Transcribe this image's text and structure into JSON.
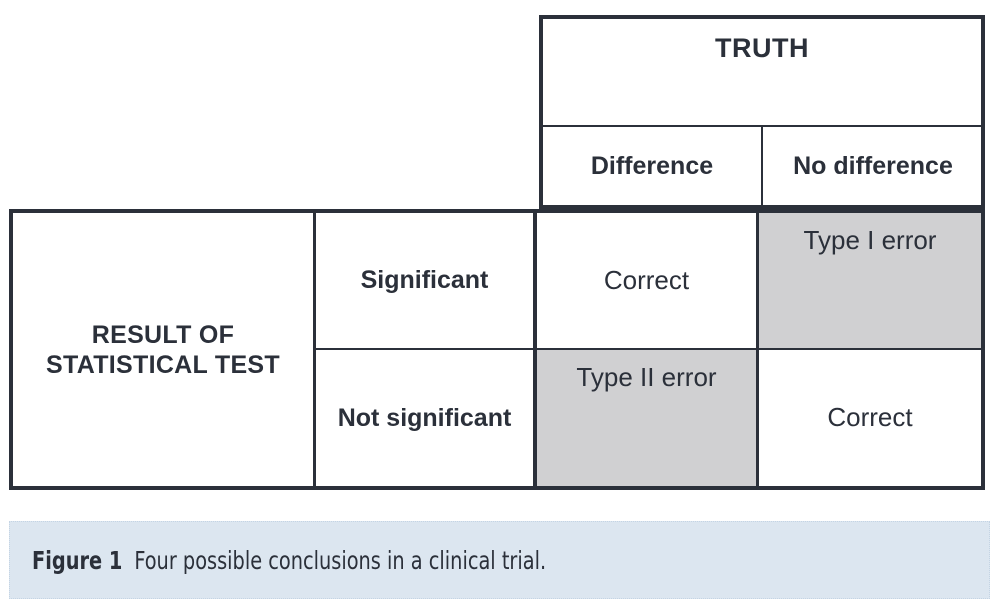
{
  "figure": {
    "caption_label": "Figure 1",
    "caption_text": "Four possible conclusions in a clinical trial.",
    "colors": {
      "ink": "#2b303a",
      "shaded_cell": "#d0d0d2",
      "caption_background": "#dce6f0",
      "page_background": "#ffffff"
    }
  },
  "table": {
    "column_group": {
      "title": "TRUTH",
      "subcolumns": [
        {
          "label": "Difference"
        },
        {
          "label": "No difference"
        }
      ]
    },
    "row_group": {
      "title": "RESULT OF STATISTICAL TEST",
      "rows": [
        {
          "label": "Significant"
        },
        {
          "label": "Not significant"
        }
      ]
    },
    "cells": [
      [
        {
          "text": "Correct",
          "shaded": false,
          "align": "middle"
        },
        {
          "text": "Type I error",
          "shaded": true,
          "align": "top"
        }
      ],
      [
        {
          "text": "Type II error",
          "shaded": true,
          "align": "top"
        },
        {
          "text": "Correct",
          "shaded": false,
          "align": "middle"
        }
      ]
    ]
  }
}
